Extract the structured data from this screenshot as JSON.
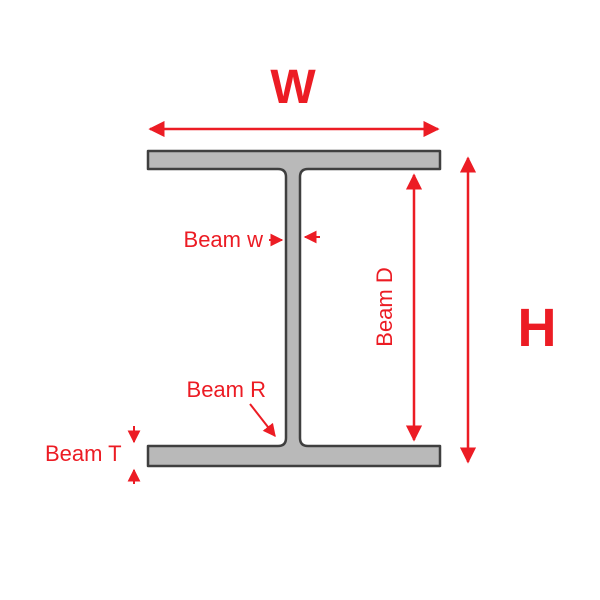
{
  "diagram": {
    "title": "I-beam cross-section dimension diagram",
    "labels": {
      "width": "W",
      "height": "H",
      "depth": "Beam D",
      "web": "Beam w",
      "radius": "Beam R",
      "thickness": "Beam T"
    },
    "colors": {
      "accent": "#ec1c24",
      "beam_fill": "#b9b9b9",
      "beam_outline": "#3f3f3f",
      "background": "#ffffff"
    }
  }
}
